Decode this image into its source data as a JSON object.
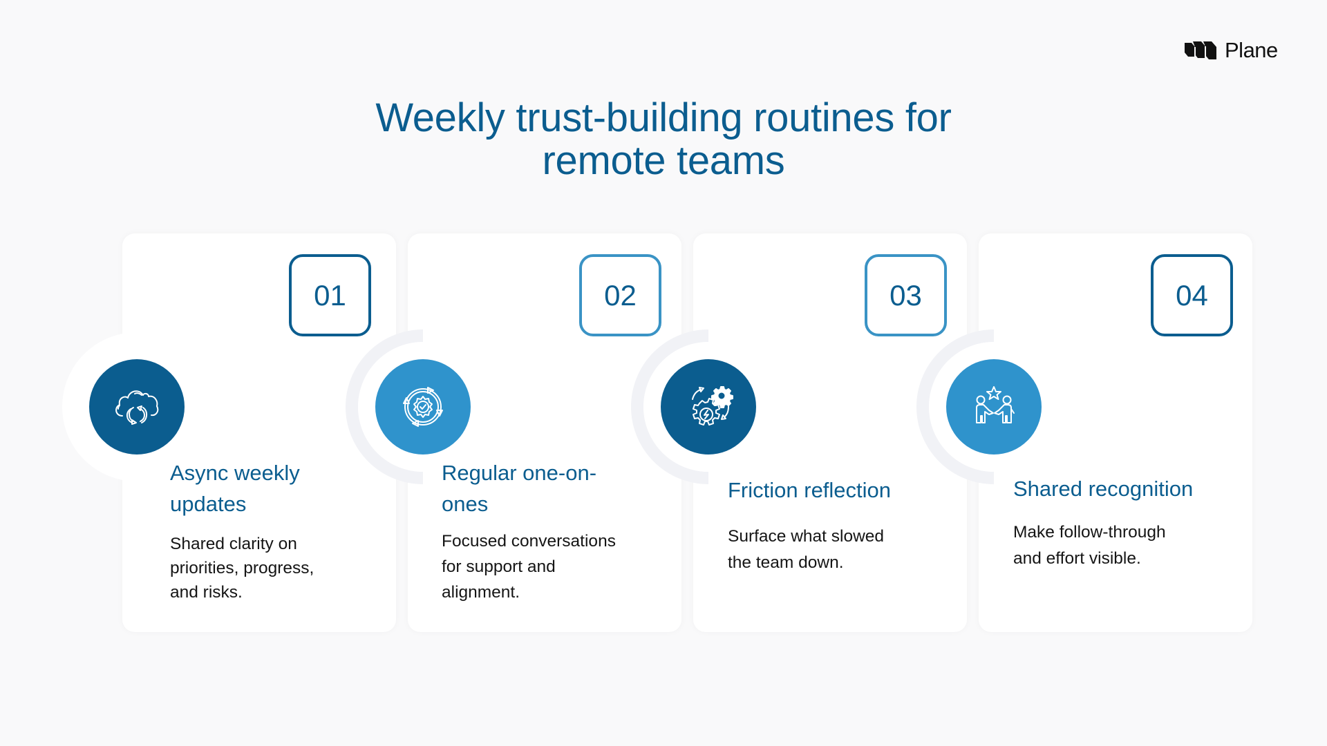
{
  "brand": {
    "name": "Plane",
    "icon": "plane-logo-icon"
  },
  "title": {
    "line1": "Weekly trust-building routines for",
    "line2": "remote teams"
  },
  "colors": {
    "dark_blue": "#0b5d8f",
    "light_blue": "#2f93cc",
    "background": "#f9f9fa",
    "card": "#ffffff"
  },
  "steps": [
    {
      "number": "01",
      "heading": "Async weekly updates",
      "heading_lines": [
        "Async weekly",
        "updates"
      ],
      "body_lines": [
        "Shared clarity on",
        "priorities, progress,",
        "and risks."
      ],
      "icon": "cloud-sync-icon",
      "circle_color": "#0b5d8f",
      "box_border": "#0b5d8f"
    },
    {
      "number": "02",
      "heading": "Regular one-on-ones",
      "heading_lines": [
        "Regular one-on-",
        "ones"
      ],
      "body_lines": [
        "Focused conversations",
        "for support and",
        "alignment."
      ],
      "icon": "gear-cycle-check-icon",
      "circle_color": "#2f93cc",
      "box_border": "#3a93c5"
    },
    {
      "number": "03",
      "heading": "Friction reflection",
      "heading_lines": [
        "Friction reflection"
      ],
      "body_lines": [
        "Surface what slowed",
        "the team down."
      ],
      "icon": "gears-lightning-icon",
      "circle_color": "#0b5d8f",
      "box_border": "#3a93c5"
    },
    {
      "number": "04",
      "heading": "Shared recognition",
      "heading_lines": [
        "Shared recognition"
      ],
      "body_lines": [
        "Make follow-through",
        "and effort visible."
      ],
      "icon": "handshake-star-icon",
      "circle_color": "#2f93cc",
      "box_border": "#0b5d8f"
    }
  ]
}
